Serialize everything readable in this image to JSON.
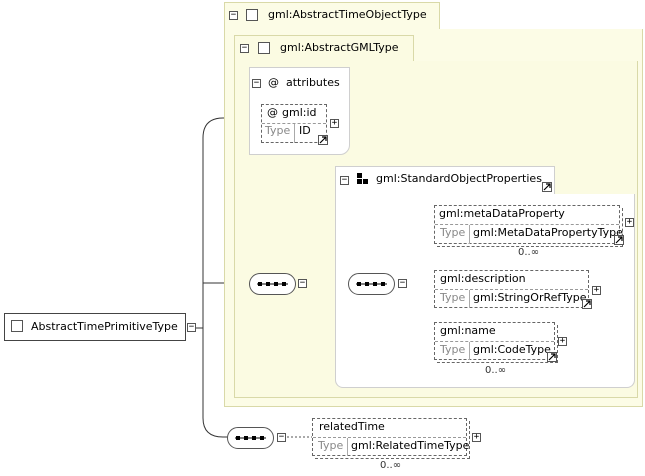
{
  "root": {
    "name": "AbstractTimePrimitiveType"
  },
  "abstract_time_object": {
    "name": "gml:AbstractTimeObjectType"
  },
  "abstract_gml": {
    "name": "gml:AbstractGMLType"
  },
  "attributes": {
    "title": "attributes",
    "at_symbol": "@",
    "id_attr": {
      "name": "gml:id",
      "type_key": "Type",
      "type_value": "ID"
    }
  },
  "standard_object_properties": {
    "name": "gml:StandardObjectProperties"
  },
  "elements": [
    {
      "name": "gml:metaDataProperty",
      "type_key": "Type",
      "type_value": "gml:MetaDataPropertyType",
      "cardinality": "0..∞"
    },
    {
      "name": "gml:description",
      "type_key": "Type",
      "type_value": "gml:StringOrRefType",
      "cardinality": ""
    },
    {
      "name": "gml:name",
      "type_key": "Type",
      "type_value": "gml:CodeType",
      "cardinality": "0..∞"
    },
    {
      "name": "relatedTime",
      "type_key": "Type",
      "type_value": "gml:RelatedTimeType",
      "cardinality": "0..∞"
    }
  ],
  "symbols": {
    "minus": "−",
    "plus": "+"
  },
  "colors": {
    "yellow_panel": "#fcfce6",
    "yellow_border": "#d9d9a8",
    "gray_border": "#cfcfcf",
    "line": "#333333"
  }
}
